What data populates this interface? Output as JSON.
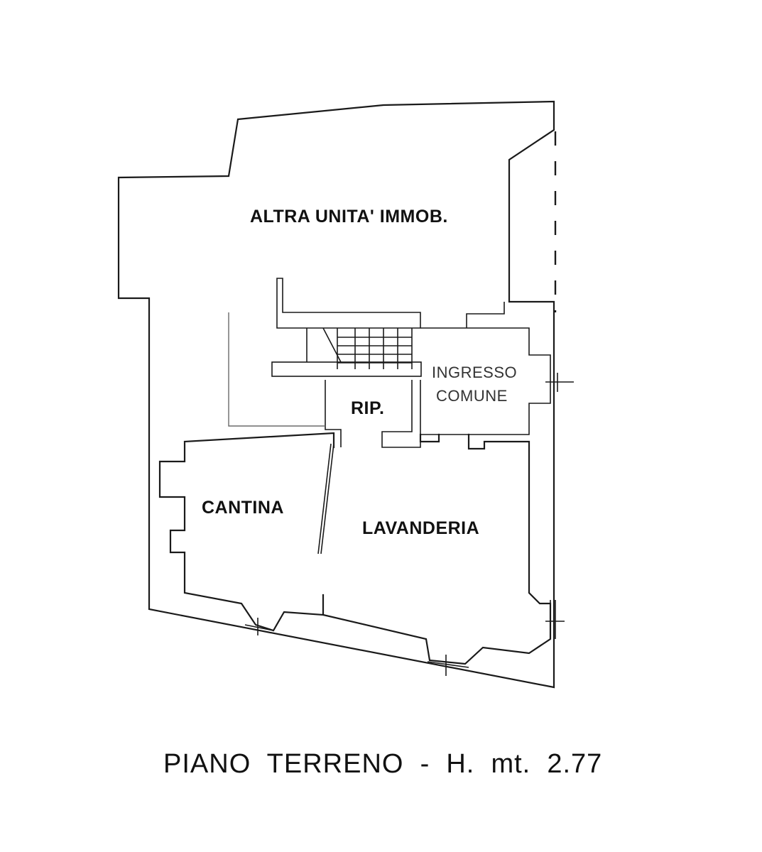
{
  "rooms": {
    "other_unit": "ALTRA UNITA' IMMOB.",
    "entrance_line1": "INGRESSO",
    "entrance_line2": "COMUNE",
    "storage": "RIP.",
    "cellar": "CANTINA",
    "laundry": "LAVANDERIA"
  },
  "caption": "PIANO  TERRENO  -  H.  mt.  2.77"
}
